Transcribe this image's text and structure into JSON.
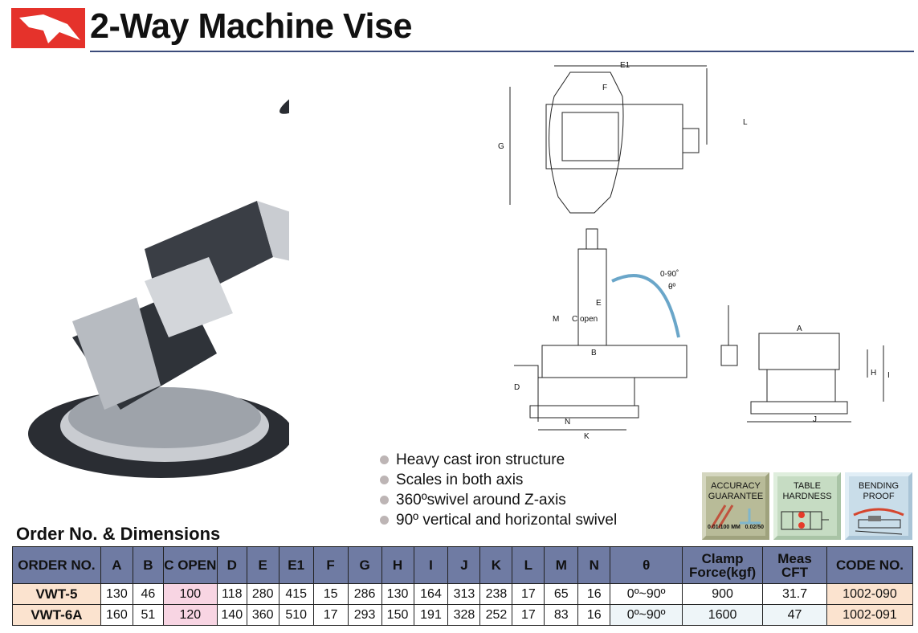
{
  "header": {
    "title": "2-Way Machine Vise"
  },
  "features": [
    "Heavy cast iron structure",
    "Scales in both axis",
    "360ºswivel around Z-axis",
    "90º vertical and horizontal swivel"
  ],
  "badges": [
    {
      "title": "ACCURACY GUARANTEE",
      "left": "0.01/100 MM",
      "right": "0.02/50"
    },
    {
      "title": "TABLE HARDNESS"
    },
    {
      "title": "BENDING PROOF"
    }
  ],
  "drawing_labels": {
    "E1": "E1",
    "F": "F",
    "G": "G",
    "L": "L",
    "angle": "0-90˚",
    "theta": "θº",
    "E": "E",
    "M": "M",
    "C": "C open",
    "B": "B",
    "D": "D",
    "N": "N",
    "K": "K",
    "A": "A",
    "H": "H",
    "I": "I",
    "J": "J"
  },
  "table": {
    "section_title": "Order No. & Dimensions",
    "headers": [
      "ORDER NO.",
      "A",
      "B",
      "C OPEN",
      "D",
      "E",
      "E1",
      "F",
      "G",
      "H",
      "I",
      "J",
      "K",
      "L",
      "M",
      "N",
      "θ",
      "Clamp Force(kgf)",
      "Meas CFT",
      "CODE NO."
    ],
    "rows": [
      [
        "VWT-5",
        "130",
        "46",
        "100",
        "118",
        "280",
        "415",
        "15",
        "286",
        "130",
        "164",
        "313",
        "238",
        "17",
        "65",
        "16",
        "0º~90º",
        "900",
        "31.7",
        "1002-090"
      ],
      [
        "VWT-6A",
        "160",
        "51",
        "120",
        "140",
        "360",
        "510",
        "17",
        "293",
        "150",
        "191",
        "328",
        "252",
        "17",
        "83",
        "16",
        "0º~90º",
        "1600",
        "47",
        "1002-091"
      ]
    ]
  }
}
